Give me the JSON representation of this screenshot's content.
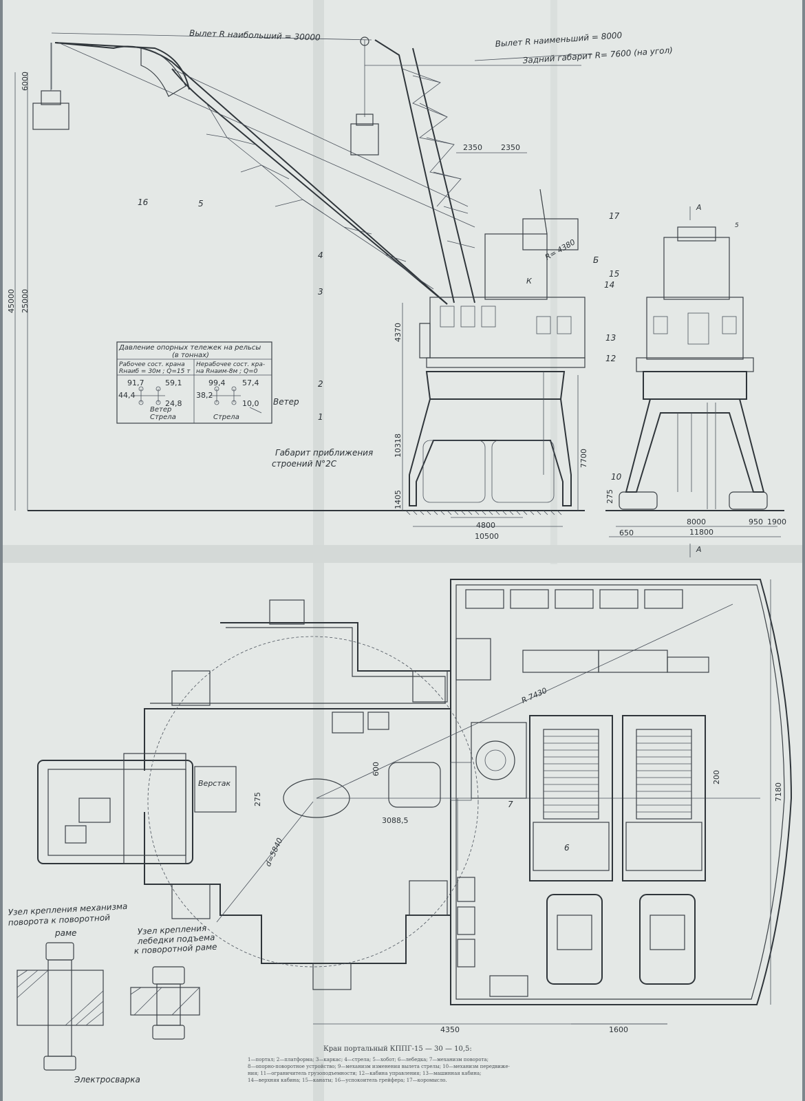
{
  "colors": {
    "paper": "#e6eae8",
    "paper_fold": "#d7dcda",
    "ink": "#2f353a",
    "background": "#7d868c"
  },
  "labels": {
    "reach_max": "Вылет R наибольший = 30000",
    "reach_min": "Вылет R наименьший = 8000",
    "rear_clearance": "Задний габарит R= 7600 (на угол)",
    "radius_4380": "R= 4380",
    "section_a_top": "A",
    "section_a_bottom": "A",
    "letter_b": "Б",
    "letter_k": "К",
    "letter_s": "5",
    "pressure_title_1": "Давление опорных тележек на рельсы",
    "pressure_title_2": "(в тоннах)",
    "work_state_1": "Рабочее сост. крана",
    "work_state_2": "Rнаиб = 30м ; Q=15 т",
    "idle_state_1": "Нерабочее сост. кра-",
    "idle_state_2": "на  Rнаим-8м ; Q=0",
    "wind_left": "Ветер",
    "boom_left": "Стрела",
    "boom_right": "Стрела",
    "wind_right": "Ветер",
    "clearance_1": "Габарит приближения",
    "clearance_2": "строений N°2С",
    "workbench": "Верстак",
    "node1_1": "Узел крепления механизма",
    "node1_2": "поворота к поворотной",
    "node1_3": "раме",
    "node2_1": "Узел крепления",
    "node2_2": "лебедки подъема",
    "node2_3": "к поворотной раме",
    "welding": "Электросварка",
    "caption": "Кран портальный КППГ-15 — 30 — 10,5:",
    "legend_1": "1—портал; 2—платформа; 3—каркас; 4—стрела; 5—хобот; 6—лебедка; 7—механизм поворота;",
    "legend_2": "8—опорно-поворотное устройство; 9—механизм изменения вылета стрелы; 10—механизм передвиже-",
    "legend_3": "ния; 11—ограничитель грузоподъемности; 12—кабина управления; 13—машинная кабина;",
    "legend_4": "14—верхняя кабина; 15—канаты; 16—успокоитель грейфера; 17—коромысло."
  },
  "dimensions": {
    "d6000": "6000",
    "d45000": "45000",
    "d25000": "25000",
    "d4370": "4370",
    "d10318": "10318",
    "d1405": "1405",
    "d7700": "7700",
    "d2350a": "2350",
    "d2350b": "2350",
    "d4800": "4800",
    "d10500": "10500",
    "d275a": "275",
    "d650": "650",
    "d8000": "8000",
    "d950": "950",
    "d1900": "1900",
    "d11800": "11800",
    "r7430": "R 7430",
    "d600": "600",
    "d275b": "275",
    "d3088": "3088,5",
    "d5840": "d=5840",
    "d200": "200",
    "d7180": "7180",
    "d4350": "4350",
    "d1600": "1600"
  },
  "callouts": {
    "c1": "1",
    "c2": "2",
    "c3": "3",
    "c4": "4",
    "c5": "5",
    "c6": "6",
    "c7": "7",
    "c10": "10",
    "c12": "12",
    "c13": "13",
    "c14": "14",
    "c15": "15",
    "c16": "16",
    "c17": "17"
  },
  "pressures": {
    "p1": "91,7",
    "p2": "59,1",
    "p3": "44,4",
    "p4": "24,8",
    "p5": "99,4",
    "p6": "57,4",
    "p7": "38,2",
    "p8": "10,0"
  }
}
